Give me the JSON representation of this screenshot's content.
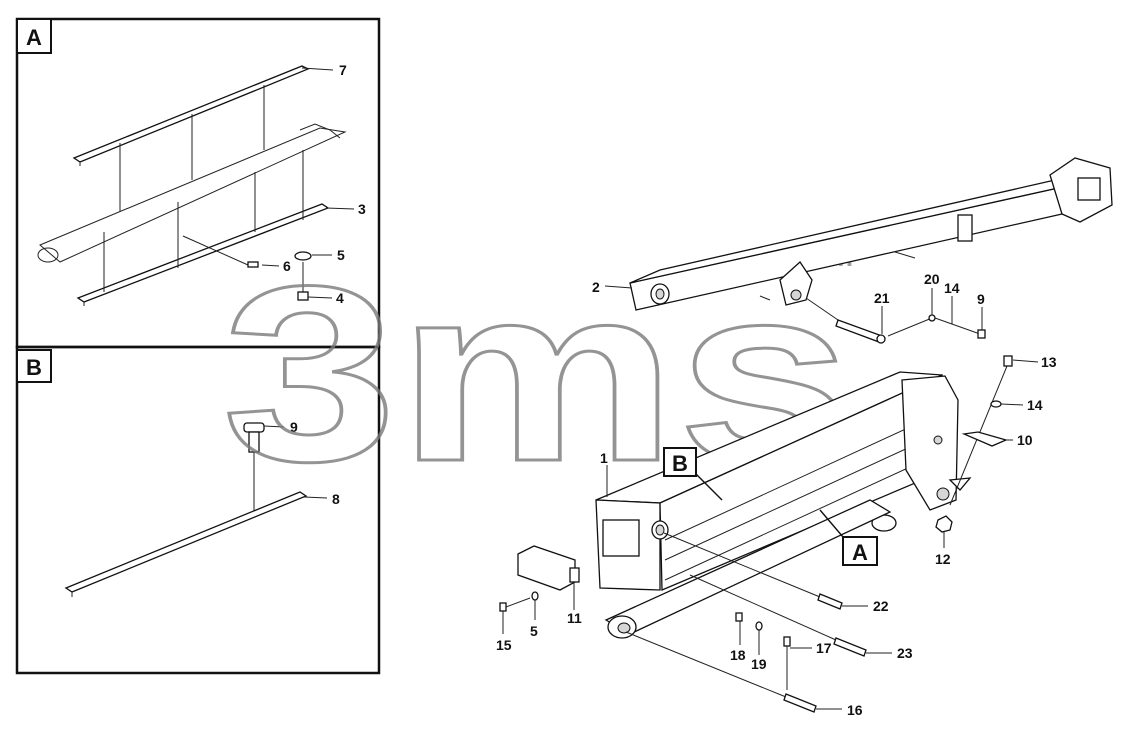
{
  "detail_boxes": {
    "A": {
      "letter": "A"
    },
    "B": {
      "letter": "B"
    }
  },
  "callouts": {
    "A": "A",
    "B": "B"
  },
  "watermark": {
    "text": "3ms",
    "mark": "TM"
  },
  "detail_A_labels": {
    "p7": "7",
    "p3": "3",
    "p5": "5",
    "p6": "6",
    "p4": "4"
  },
  "detail_B_labels": {
    "p9": "9",
    "p8": "8"
  },
  "main_labels": {
    "p2": "2",
    "p21": "21",
    "p20": "20",
    "p14a": "14",
    "p9": "9",
    "p13": "13",
    "p14b": "14",
    "p10": "10",
    "p12": "12",
    "p1": "1",
    "p11": "11",
    "p5": "5",
    "p15": "15",
    "p22": "22",
    "p18": "18",
    "p19": "19",
    "p17": "17",
    "p23": "23",
    "p16": "16"
  }
}
